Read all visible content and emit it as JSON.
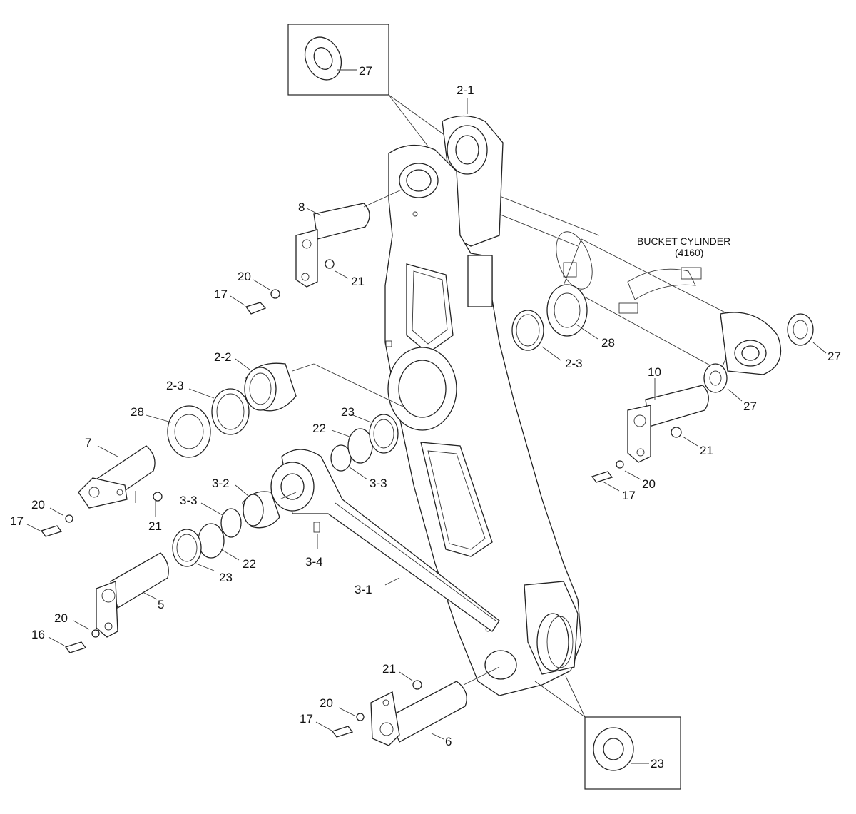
{
  "title": "",
  "callouts": {
    "c27_top": "27",
    "c2_1": "2-1",
    "c8": "8",
    "c20_a": "20",
    "c21_a": "21",
    "c17_a": "17",
    "cyl_name": "BUCKET CYLINDER",
    "cyl_code": "(4160)",
    "c28_a": "28",
    "c2_3_a": "2-3",
    "c27_b": "27",
    "c10": "10",
    "c27_c": "27",
    "c21_b": "21",
    "c20_b": "20",
    "c17_b": "17",
    "c2_2": "2-2",
    "c2_3_b": "2-3",
    "c28_b": "28",
    "c23_a": "23",
    "c22_a": "22",
    "c3_3_a": "3-3",
    "c7": "7",
    "c3_2": "3-2",
    "c3_3_b": "3-3",
    "c20_c": "20",
    "c17_c": "17",
    "c21_c": "21",
    "c3_4": "3-4",
    "c22_b": "22",
    "c23_b": "23",
    "c3_1": "3-1",
    "c5": "5",
    "c20_d": "20",
    "c16": "16",
    "c21_d": "21",
    "c20_e": "20",
    "c17_d": "17",
    "c6": "6",
    "c23_box": "23"
  }
}
